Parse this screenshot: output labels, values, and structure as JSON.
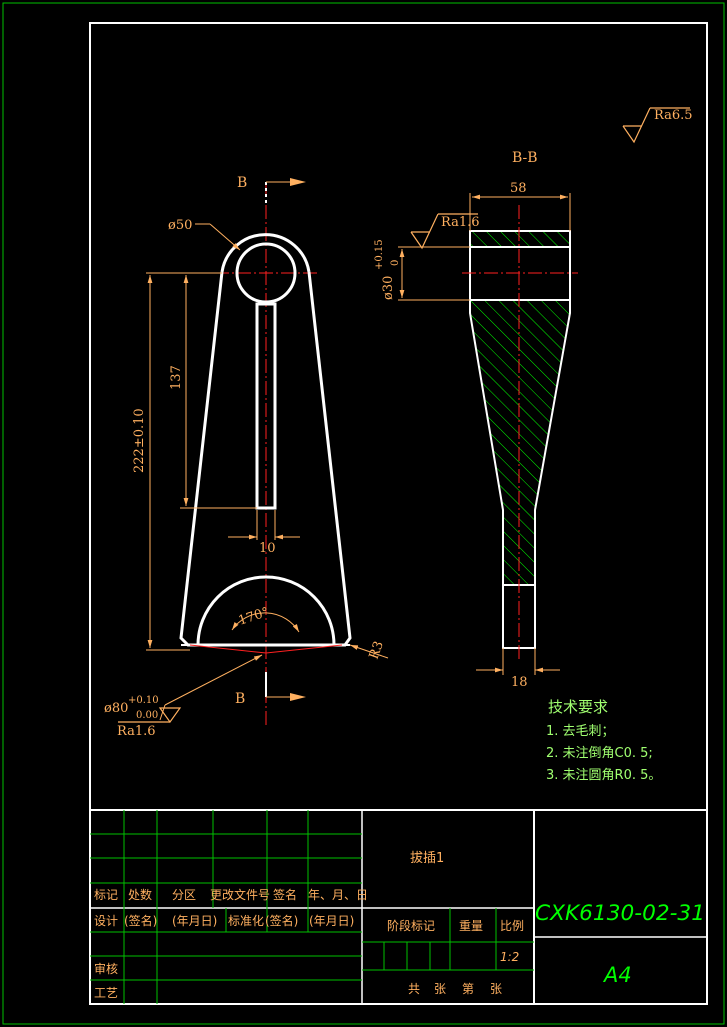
{
  "drawing": {
    "section_view": {
      "view_label": "B",
      "section_title": "B-B"
    },
    "dimensions": {
      "hole_dia": "ø50",
      "center_distance": "222±0.10",
      "slot_length": "137",
      "slot_width": "10",
      "arc_angle": "170°",
      "arc_radius": "R3",
      "arc_dia_main": "ø80",
      "arc_dia_upper_tol": "+0.10",
      "arc_dia_lower_tol": "0.00",
      "bore_dia_main": "ø30",
      "bore_upper_tol": "+0.15",
      "bore_lower_tol": "0",
      "top_width": "58",
      "bottom_width": "18"
    },
    "surface_finish": {
      "general": "Ra6.5",
      "bore": "Ra1.6",
      "arc": "Ra1.6"
    },
    "tech_requirements": {
      "title": "技术要求",
      "items": [
        "1. 去毛刺；",
        "2. 未注倒角C0. 5;",
        "3. 未注圆角R0. 5。"
      ]
    }
  },
  "title_block": {
    "part_name": "拔插1",
    "drawing_number": "CXK6130-02-31",
    "sheet_size": "A4",
    "scale": "1:2",
    "revision_row": [
      "标记",
      "处数",
      "分区",
      "更改文件号",
      "签名",
      "年、月、日"
    ],
    "design_row": [
      "设计",
      "(签名)",
      "(年月日)",
      "标准化",
      "(签名)",
      "(年月日)"
    ],
    "stage_mark": "阶段标记",
    "weight": "重量",
    "ratio": "比例",
    "review": "审核",
    "process": "工艺",
    "sheets": [
      "共",
      "张",
      "第",
      "张"
    ]
  },
  "colors": {
    "outline": "#ffffff",
    "frame": "#00c000",
    "dimension": "#ffb060",
    "center": "#ff2020",
    "hatch": "#00ff00",
    "text_green": "#a0ff70"
  }
}
